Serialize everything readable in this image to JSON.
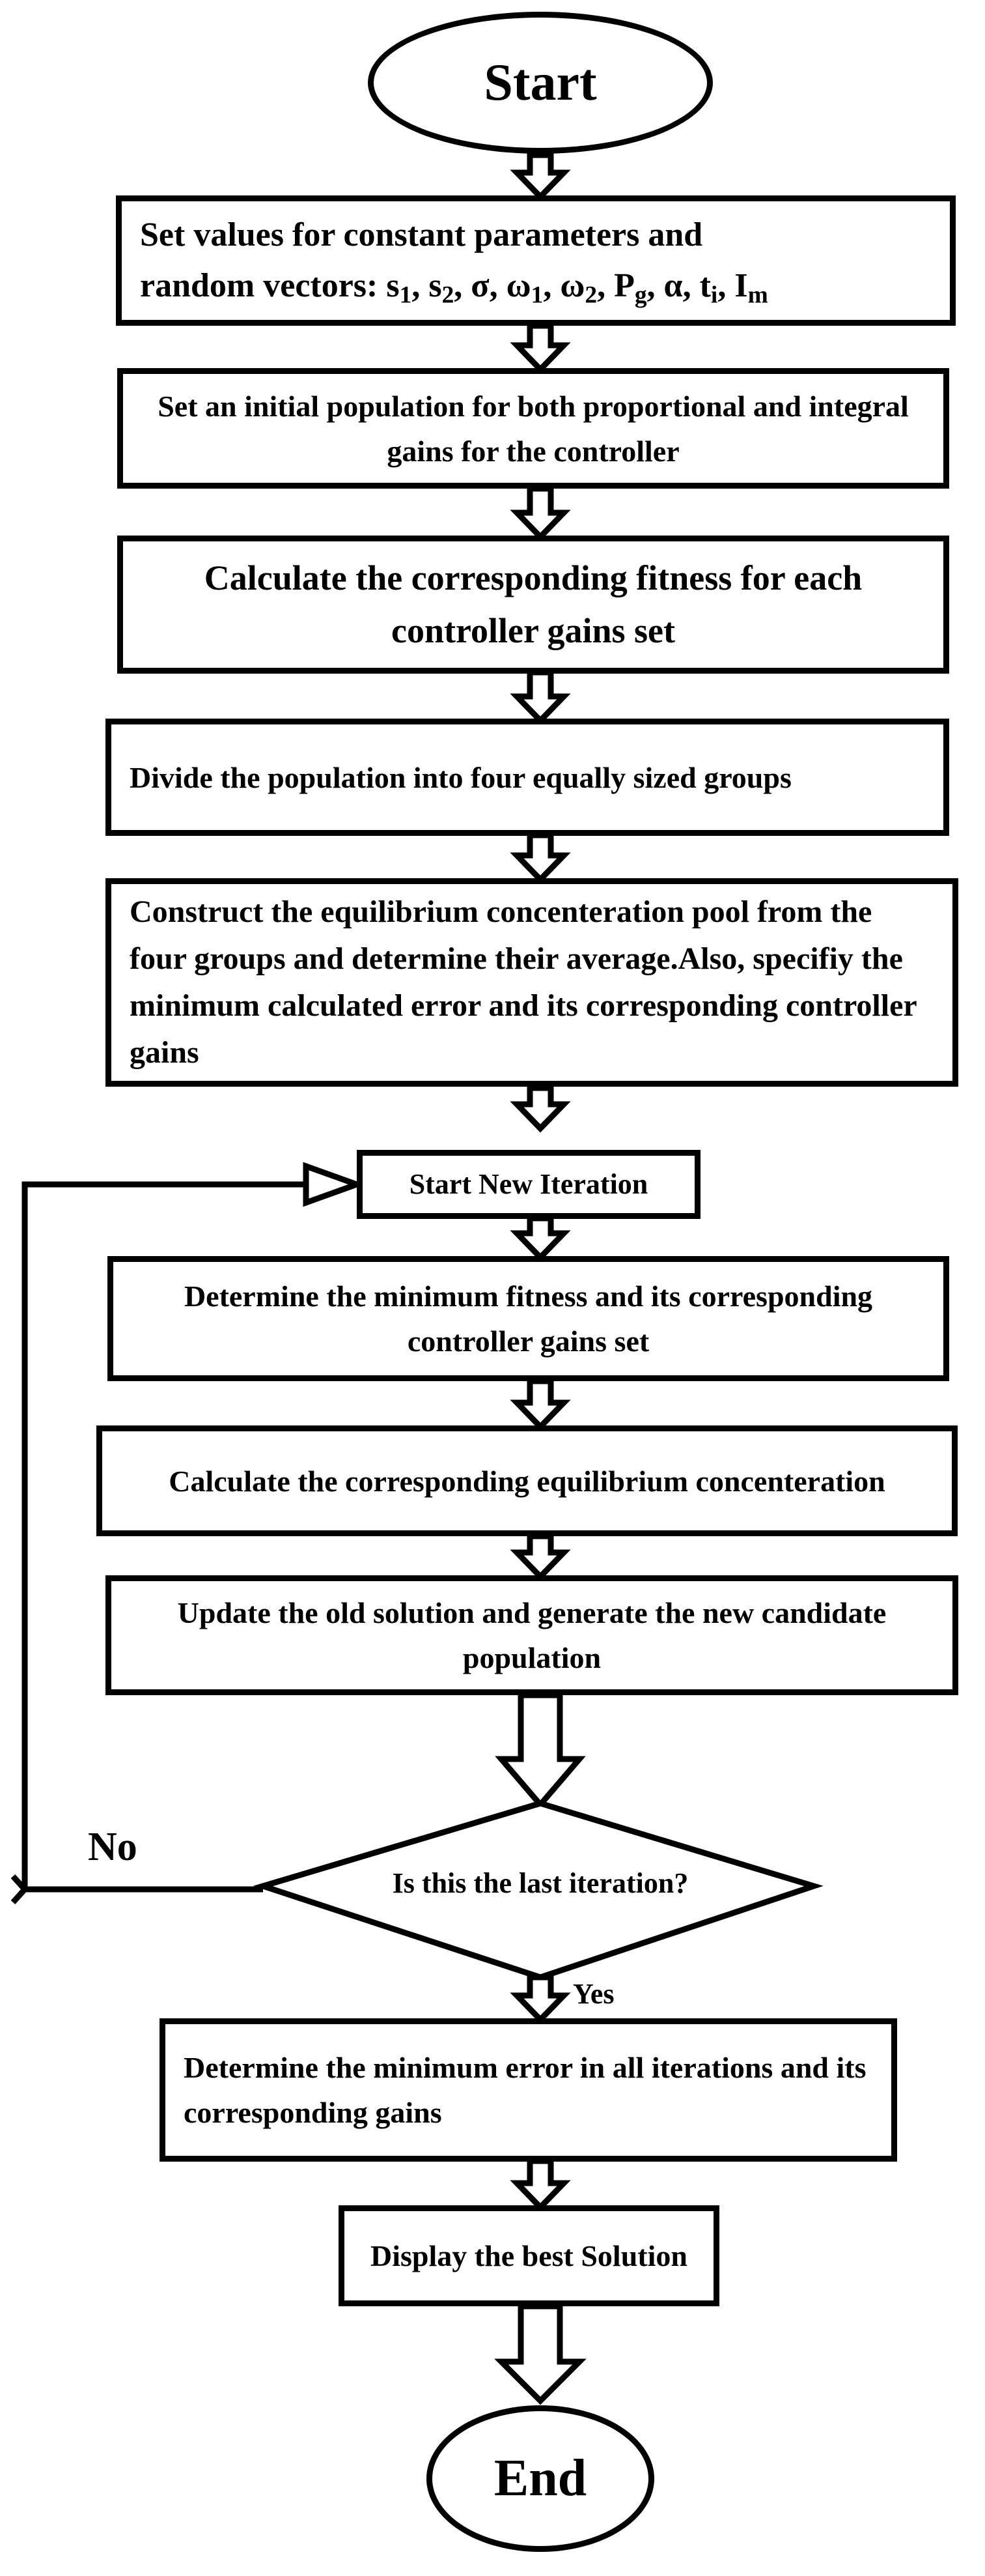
{
  "flowchart": {
    "start": "Start",
    "end": "End",
    "step1": {
      "line1": "Set values for constant parameters and",
      "line2_prefix": "random vectors: ",
      "symbols": {
        "s1": "s",
        "s1_sub": "1",
        "s2": "s",
        "s2_sub": "2",
        "sigma": "σ",
        "w1": "ω",
        "w1_sub": "1",
        "w2": "ω",
        "w2_sub": "2",
        "pg": "P",
        "pg_sub": "g",
        "alpha": "α",
        "ti": "t",
        "ti_sub": "i",
        "im": "I",
        "im_sub": "m"
      }
    },
    "step2": "Set an initial population for both proportional and integral gains for the controller",
    "step3": "Calculate the corresponding fitness for each controller gains set",
    "step4": "Divide the population into four equally sized groups",
    "step5": "Construct the equilibrium concenteration pool from the four groups and determine their average.Also, specifiy the minimum calculated error and its corresponding controller gains",
    "step6": "Start New Iteration",
    "step7": "Determine the minimum fitness and its corresponding controller gains set",
    "step8": "Calculate the corresponding equilibrium concenteration",
    "step9": "Update the old solution and generate the new candidate population",
    "decision": "Is this the last iteration?",
    "no_label": "No",
    "yes_label": "Yes",
    "step10": "Determine the minimum error in all iterations and its corresponding gains",
    "step11": "Display the best Solution"
  }
}
